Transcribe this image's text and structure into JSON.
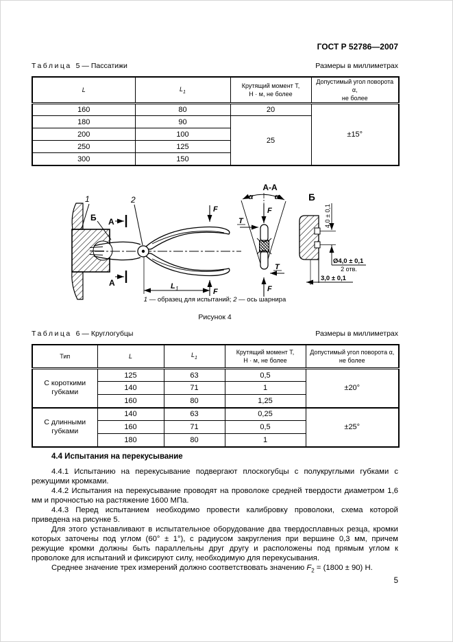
{
  "doc_header": {
    "standard": "ГОСТ Р 52786—2007"
  },
  "table5": {
    "label_word": "Таблица",
    "label_rest": "5 — Пассатижи",
    "units": "Размеры в миллиметрах",
    "col_l": "L",
    "col_l1_base": "L",
    "col_l1_sub": "1",
    "col_torque_l1": "Крутящий момент Т,",
    "col_torque_l2": "Н · м, не более",
    "col_angle_l1": "Допустимый угол поворота α,",
    "col_angle_l2": "не более",
    "rows": [
      {
        "l": "160",
        "l1": "80"
      },
      {
        "l": "180",
        "l1": "90"
      },
      {
        "l": "200",
        "l1": "100"
      },
      {
        "l": "250",
        "l1": "125"
      },
      {
        "l": "300",
        "l1": "150"
      }
    ],
    "torque_row1": "20",
    "torque_rows2_5": "25",
    "angle_all": "±15°"
  },
  "figure": {
    "callout_1": "1",
    "callout_2": "2",
    "callout_b": "Б",
    "section_mark": "А",
    "force_label": "F",
    "torque_label": "Т",
    "dim_l1_base": "L",
    "dim_l1_sub": "1",
    "section_view_title": "А-А",
    "alpha_label": "α",
    "detail_view_title": "Б",
    "dim_hole_spacing": "4,0 ± 0,1",
    "dim_hole_dia": "Ø4,0 ± 0,1",
    "dim_hole_count": "2 отв.",
    "dim_hole_offset": "3,0 ± 0,1",
    "caption_ref1": "1",
    "caption_text1": " — образец для испытаний; ",
    "caption_ref2": "2",
    "caption_text2": " — ось шарнира",
    "figure_name": "Рисунок 4"
  },
  "table6": {
    "label_word": "Таблица",
    "label_rest": "6 — Круглогубцы",
    "units": "Размеры в миллиметрах",
    "col_type": "Тип",
    "col_l": "L",
    "col_l1_base": "L",
    "col_l1_sub": "1",
    "col_torque_l1": "Крутящий момент Т,",
    "col_torque_l2": "Н · м, не более",
    "col_angle_l1": "Допустимый угол поворота α,",
    "col_angle_l2": "не более",
    "groups": [
      {
        "type_l1": "С короткими",
        "type_l2": "губками",
        "angle": "±20°",
        "rows": [
          {
            "l": "125",
            "l1": "63",
            "t": "0,5"
          },
          {
            "l": "140",
            "l1": "71",
            "t": "1"
          },
          {
            "l": "160",
            "l1": "80",
            "t": "1,25"
          }
        ]
      },
      {
        "type_l1": "С длинными",
        "type_l2": "губками",
        "angle": "±25°",
        "rows": [
          {
            "l": "140",
            "l1": "63",
            "t": "0,25"
          },
          {
            "l": "160",
            "l1": "71",
            "t": "0,5"
          },
          {
            "l": "180",
            "l1": "80",
            "t": "1"
          }
        ]
      }
    ]
  },
  "section": {
    "heading": "4.4 Испытания на перекусывание",
    "p441": "4.4.1 Испытанию на перекусывание подвергают плоскогубцы с полукруглыми губками с режущими кромками.",
    "p442": "4.4.2 Испытания на перекусывание проводят на проволоке средней твердости диаметром 1,6 мм и прочностью на растяжение 1600 МПа.",
    "p443": "4.4.3 Перед испытанием необходимо провести калибровку проволоки, схема которой приведена на рисунке 5.",
    "p_cutters": "Для этого устанавливают в испытательное оборудование два твердосплавных резца, кромки которых заточены под углом (60° ± 1°), с радиусом закругления при вершине 0,3 мм, причем режущие кромки должны быть параллельны друг другу и расположены под прямым углом к проволоке для испытаний и фиксируют силу, необходимую для перекусывания.",
    "p_mean_before": "Среднее значение трех измерений должно соответствовать значению ",
    "force_symbol": "F",
    "force_sub": "2",
    "p_mean_after": " = (1800 ± 90) Н."
  },
  "page_number": "5"
}
